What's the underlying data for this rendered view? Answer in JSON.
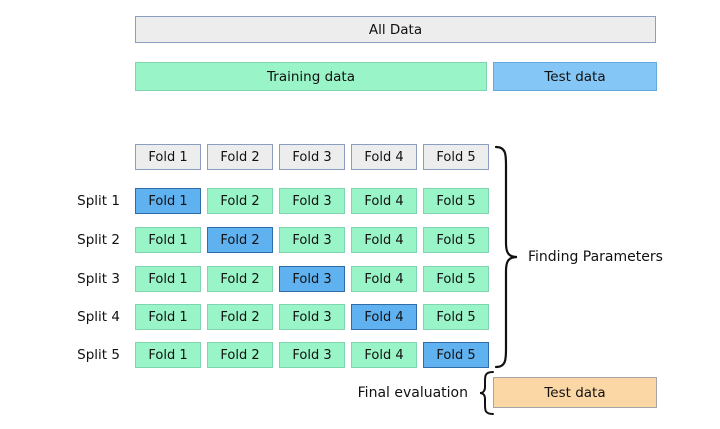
{
  "colors": {
    "header_gray": "#ededed",
    "header_gray_border": "#8b9dc0",
    "train_green": "#99f4c7",
    "train_green_border": "#7fd4b2",
    "test_blue": "#84c6f5",
    "test_blue_border": "#64a8dc",
    "highlight_blue": "#60b1f0",
    "highlight_blue_border": "#2d6da8",
    "final_orange": "#fbd7a6",
    "final_orange_border": "#a6a6a6"
  },
  "top": {
    "all_data_label": "All Data",
    "training_label": "Training data",
    "test_label": "Test data"
  },
  "folds": {
    "headers": [
      "Fold 1",
      "Fold 2",
      "Fold 3",
      "Fold 4",
      "Fold 5"
    ]
  },
  "splits": [
    {
      "label": "Split 1",
      "folds": [
        "Fold 1",
        "Fold 2",
        "Fold 3",
        "Fold 4",
        "Fold 5"
      ],
      "test_fold_index": 0
    },
    {
      "label": "Split 2",
      "folds": [
        "Fold 1",
        "Fold 2",
        "Fold 3",
        "Fold 4",
        "Fold 5"
      ],
      "test_fold_index": 1
    },
    {
      "label": "Split 3",
      "folds": [
        "Fold 1",
        "Fold 2",
        "Fold 3",
        "Fold 4",
        "Fold 5"
      ],
      "test_fold_index": 2
    },
    {
      "label": "Split 4",
      "folds": [
        "Fold 1",
        "Fold 2",
        "Fold 3",
        "Fold 4",
        "Fold 5"
      ],
      "test_fold_index": 3
    },
    {
      "label": "Split 5",
      "folds": [
        "Fold 1",
        "Fold 2",
        "Fold 3",
        "Fold 4",
        "Fold 5"
      ],
      "test_fold_index": 4
    }
  ],
  "annotations": {
    "finding_parameters": "Finding Parameters",
    "final_evaluation": "Final evaluation",
    "final_test_label": "Test data"
  }
}
